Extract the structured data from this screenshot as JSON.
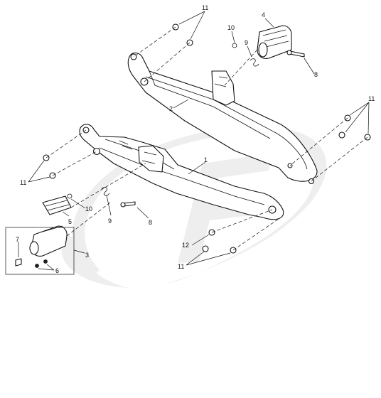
{
  "watermark": {
    "color": "#ececec",
    "icon": "swoosh-f-logo-watermark"
  },
  "line_color": "#111111",
  "callouts": [
    {
      "id": "c11a",
      "label": "11"
    },
    {
      "id": "c4",
      "label": "4"
    },
    {
      "id": "c10a",
      "label": "10"
    },
    {
      "id": "c9a",
      "label": "9"
    },
    {
      "id": "c8a",
      "label": "8"
    },
    {
      "id": "c2",
      "label": "2"
    },
    {
      "id": "c11b",
      "label": "11"
    },
    {
      "id": "c1",
      "label": "1"
    },
    {
      "id": "c11c",
      "label": "11"
    },
    {
      "id": "c10b",
      "label": "10"
    },
    {
      "id": "c9b",
      "label": "9"
    },
    {
      "id": "c8b",
      "label": "8"
    },
    {
      "id": "c5",
      "label": "5"
    },
    {
      "id": "c7",
      "label": "7"
    },
    {
      "id": "c3",
      "label": "3"
    },
    {
      "id": "c6",
      "label": "6"
    },
    {
      "id": "c12",
      "label": "12"
    },
    {
      "id": "c11d",
      "label": "11"
    }
  ]
}
